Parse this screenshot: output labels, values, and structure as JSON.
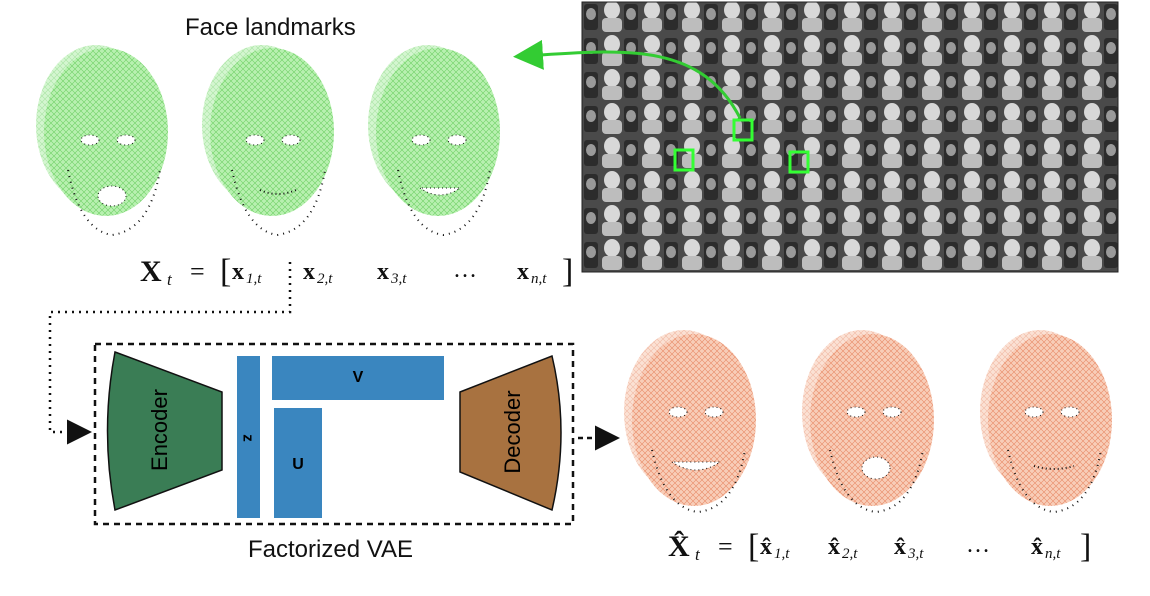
{
  "top": {
    "title": "Face landmarks",
    "X_symbol": "X",
    "X_sub": "t",
    "eq": "=",
    "tokens": [
      {
        "main": "x",
        "sub": "1,t"
      },
      {
        "main": "x",
        "sub": "2,t"
      },
      {
        "main": "x",
        "sub": "3,t"
      },
      {
        "main": "…",
        "sub": ""
      },
      {
        "main": "x",
        "sub": "n,t"
      }
    ]
  },
  "vae": {
    "label": "Factorized VAE",
    "encoder": "Encoder",
    "decoder": "Decoder",
    "z": "z",
    "V": "V",
    "U": "U"
  },
  "bottom": {
    "X_symbol": "X̂",
    "X_sub": "t",
    "eq": "=",
    "tokens": [
      {
        "main": "x̂",
        "sub": "1,t"
      },
      {
        "main": "x̂",
        "sub": "2,t"
      },
      {
        "main": "x̂",
        "sub": "3,t"
      },
      {
        "main": "…",
        "sub": ""
      },
      {
        "main": "x̂",
        "sub": "n,t"
      }
    ]
  },
  "colors": {
    "green_mesh": "#8fe08a",
    "orange_mesh": "#f0a080",
    "encoder": "#3a7d55",
    "decoder": "#a87240",
    "latent": "#3a86bf",
    "arrow": "#33cc33"
  }
}
